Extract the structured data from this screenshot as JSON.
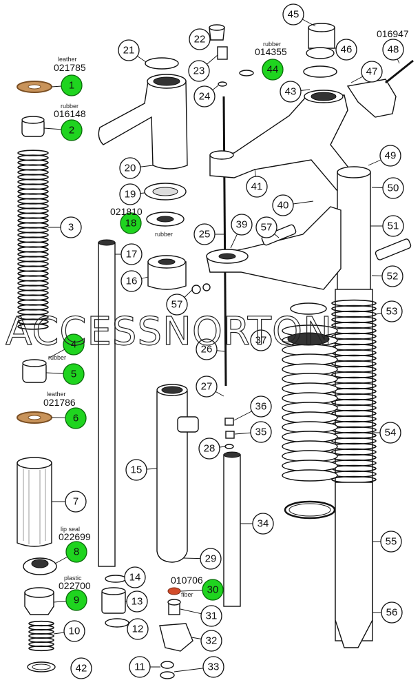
{
  "watermark": "ACCESSNORTON",
  "colors": {
    "highlight": "#1fd41f",
    "leather": "#c8935a",
    "fiber": "#d24c2a"
  },
  "annotations": [
    {
      "type": "leather",
      "code": "021785"
    },
    {
      "type": "rubber",
      "code": "016148"
    },
    {
      "type": "rubber",
      "code": "014355"
    },
    {
      "code": "016947"
    },
    {
      "code": "021810",
      "type": "rubber"
    },
    {
      "type": "rubber"
    },
    {
      "type": "leather",
      "code": "021786"
    },
    {
      "type": "lip seal",
      "code": "022699"
    },
    {
      "type": "plastic",
      "code": "022700"
    },
    {
      "code": "010706",
      "type": "fiber"
    }
  ],
  "callouts": [
    "1",
    "2",
    "3",
    "4",
    "5",
    "6",
    "7",
    "8",
    "9",
    "10",
    "11",
    "12",
    "13",
    "14",
    "15",
    "16",
    "17",
    "18",
    "19",
    "20",
    "21",
    "22",
    "23",
    "24",
    "25",
    "26",
    "27",
    "28",
    "29",
    "30",
    "31",
    "32",
    "33",
    "34",
    "35",
    "36",
    "37",
    "39",
    "40",
    "41",
    "42",
    "43",
    "44",
    "45",
    "46",
    "47",
    "48",
    "49",
    "50",
    "51",
    "52",
    "53",
    "54",
    "55",
    "56",
    "57",
    "57"
  ]
}
